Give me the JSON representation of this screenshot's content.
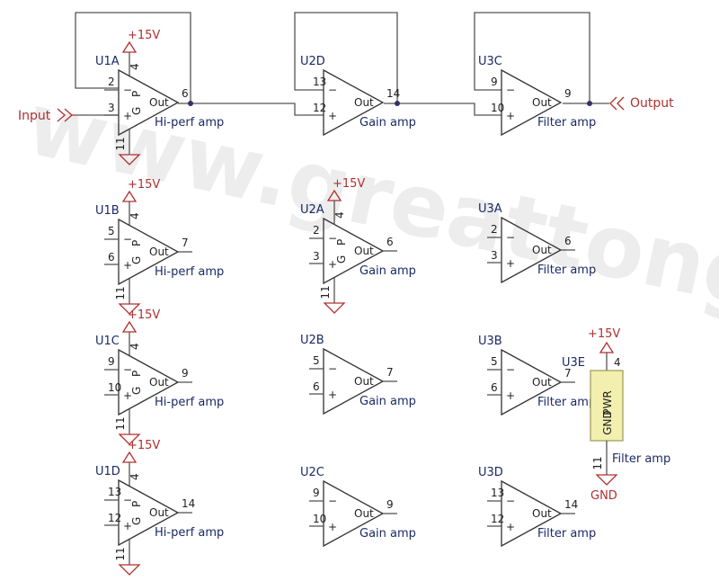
{
  "watermark": "www.greattong.com",
  "ports": {
    "input": "Input",
    "output": "Output"
  },
  "power": {
    "vplus": "+15V",
    "gnd": "GND"
  },
  "common": {
    "out": "Out",
    "minus": "−",
    "plus": "+",
    "g": "G",
    "p": "P",
    "pwr": "PWR",
    "gndpin": "GND"
  },
  "pins": {
    "v": "4",
    "g": "11"
  },
  "units": [
    {
      "ref": "U1A",
      "in_minus": "2",
      "in_plus": "3",
      "out": "6",
      "label": "Hi-perf amp"
    },
    {
      "ref": "U2D",
      "in_minus": "13",
      "in_plus": "12",
      "out": "14",
      "label": "Gain amp"
    },
    {
      "ref": "U3C",
      "in_minus": "9",
      "in_plus": "10",
      "out": "9",
      "label": "Filter amp"
    },
    {
      "ref": "U1B",
      "in_minus": "5",
      "in_plus": "6",
      "out": "7",
      "label": "Hi-perf amp"
    },
    {
      "ref": "U2A",
      "in_minus": "2",
      "in_plus": "3",
      "out": "6",
      "label": "Gain amp"
    },
    {
      "ref": "U3A",
      "in_minus": "2",
      "in_plus": "3",
      "out": "6",
      "label": "Filter amp"
    },
    {
      "ref": "U1C",
      "in_minus": "9",
      "in_plus": "10",
      "out": "9",
      "label": "Hi-perf amp"
    },
    {
      "ref": "U2B",
      "in_minus": "5",
      "in_plus": "6",
      "out": "7",
      "label": "Gain amp"
    },
    {
      "ref": "U3B",
      "in_minus": "5",
      "in_plus": "6",
      "out": "7",
      "label": "Filter amp"
    },
    {
      "ref": "U1D",
      "in_minus": "13",
      "in_plus": "12",
      "out": "14",
      "label": "Hi-perf amp"
    },
    {
      "ref": "U2C",
      "in_minus": "9",
      "in_plus": "10",
      "out": "9",
      "label": "Gain amp"
    },
    {
      "ref": "U3D",
      "in_minus": "13",
      "in_plus": "12",
      "out": "14",
      "label": "Filter amp"
    }
  ],
  "u3e": {
    "ref": "U3E",
    "label": "Filter amp"
  },
  "colors": {
    "wire": "#555555",
    "power": "#b03030",
    "label": "#1a2a66",
    "pwr_block": "#f3efae"
  }
}
